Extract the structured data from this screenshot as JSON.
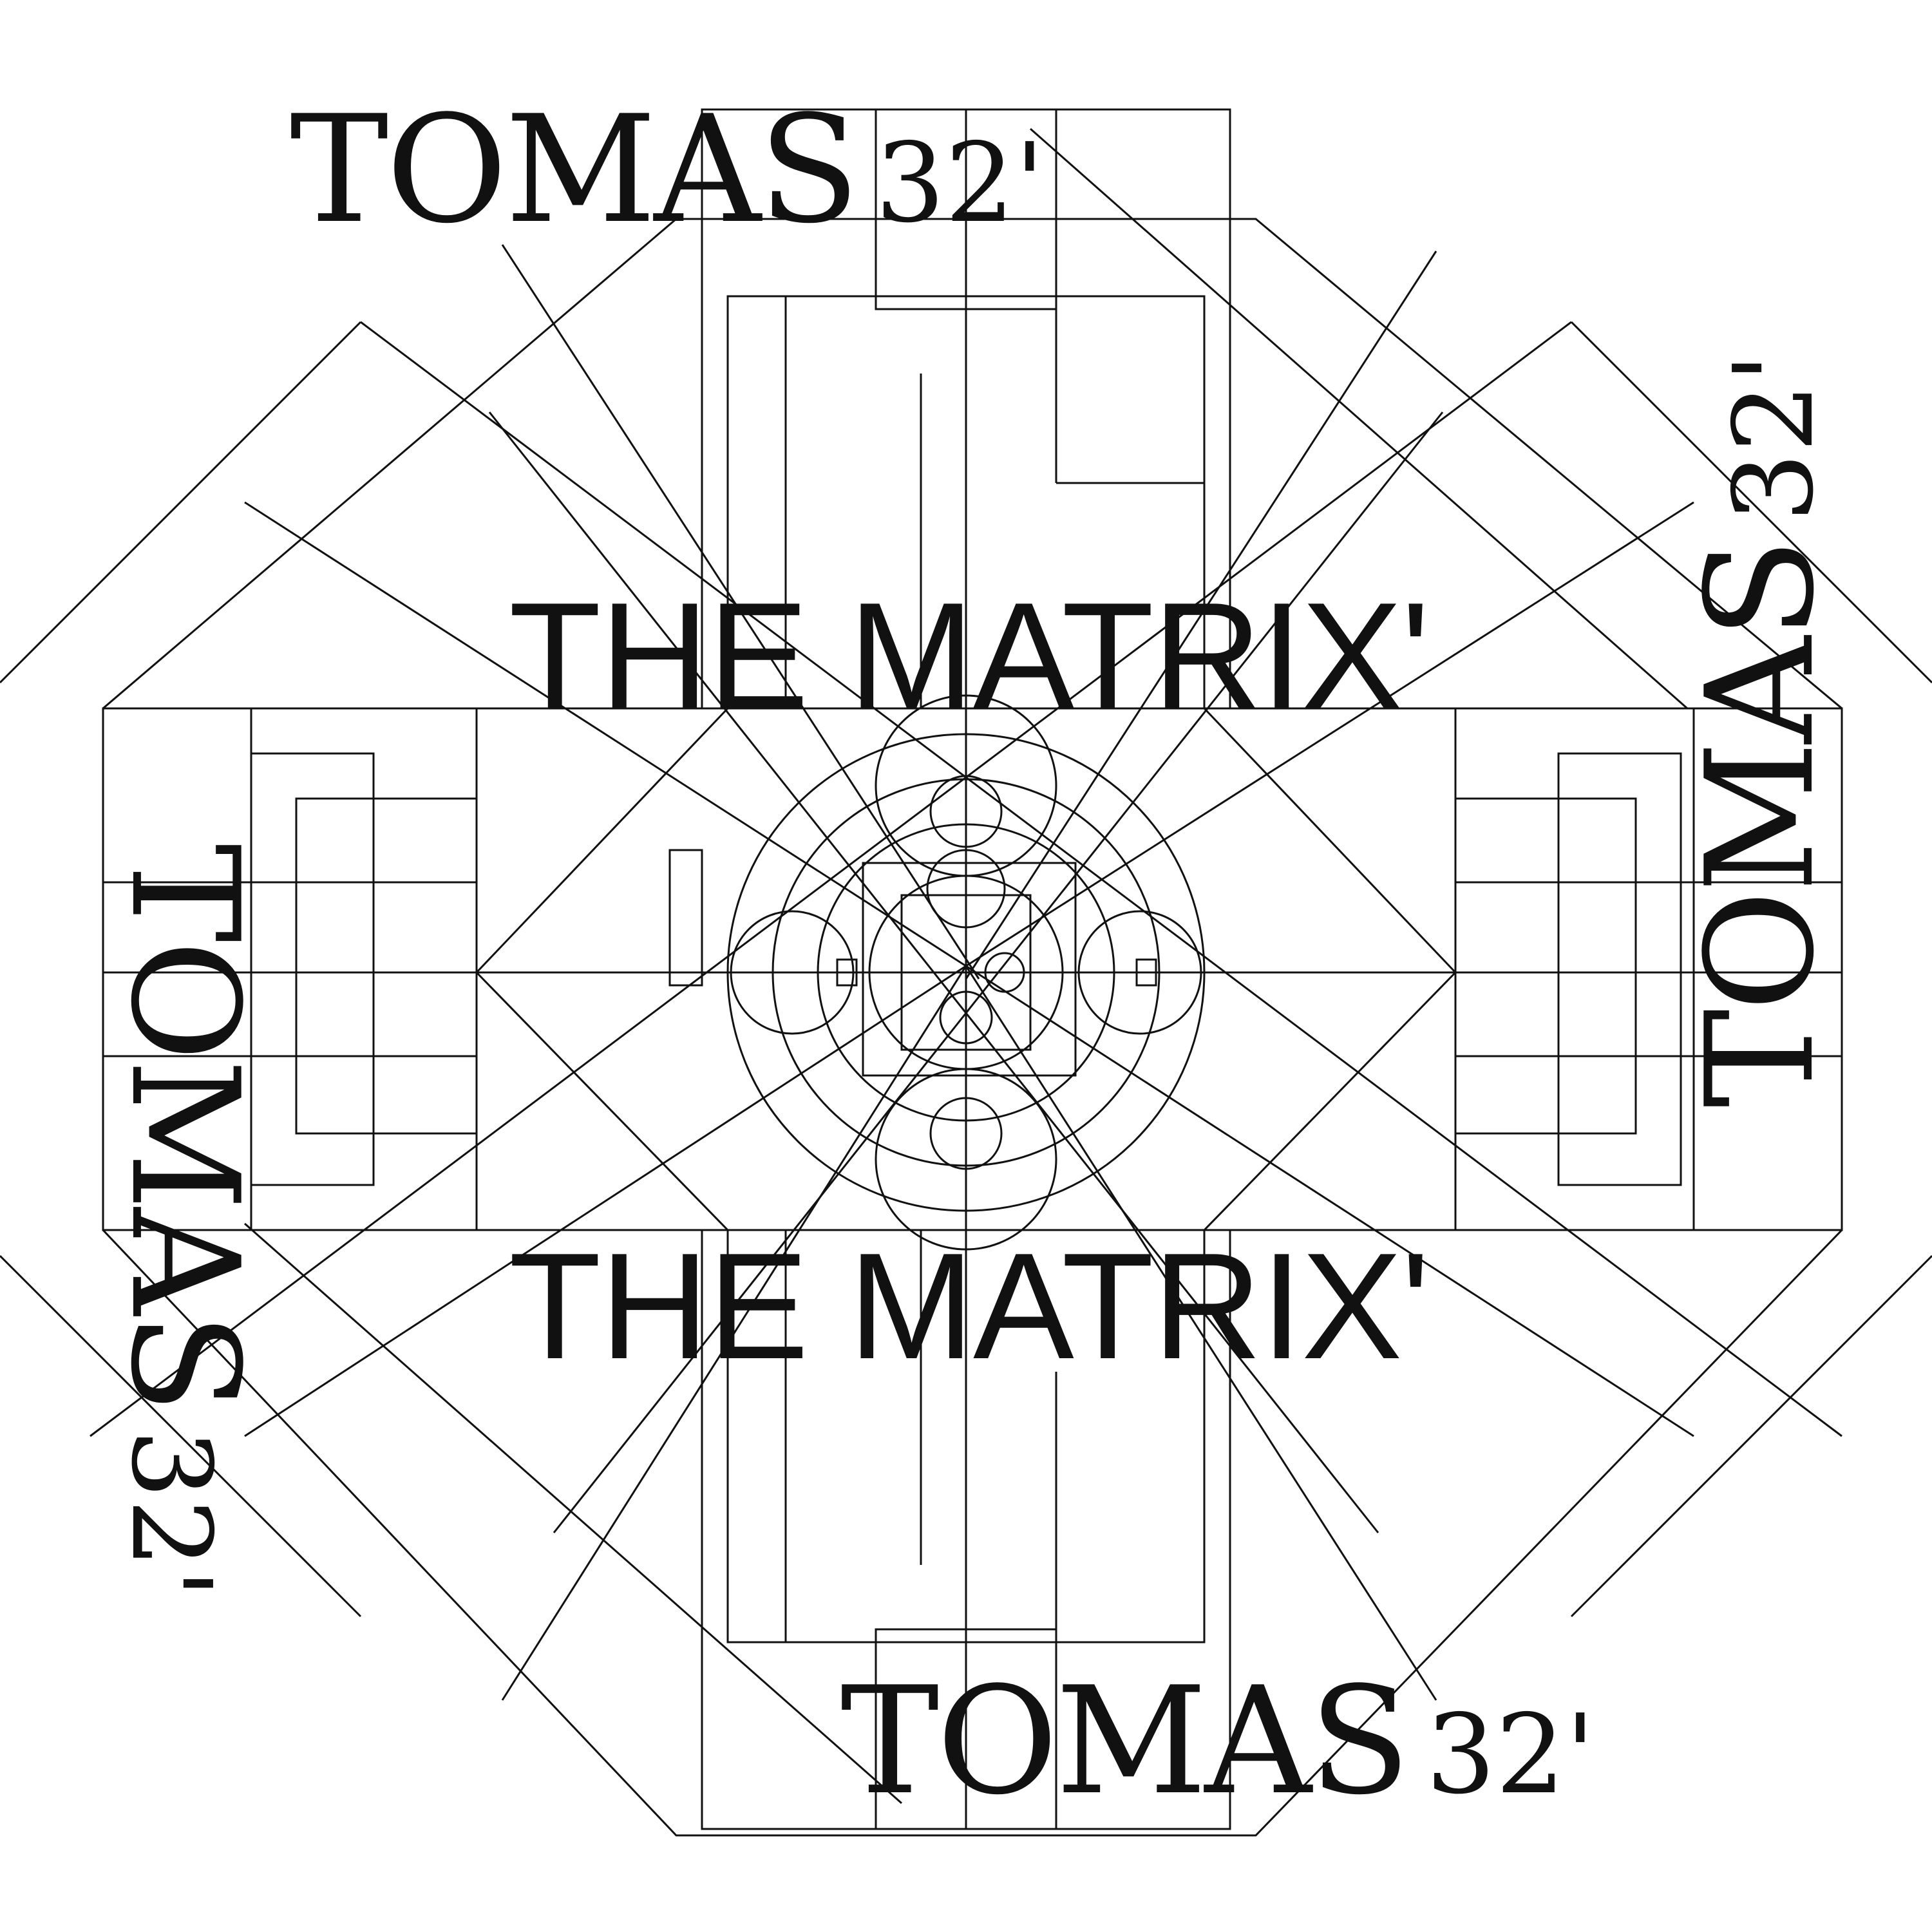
{
  "labels": {
    "tomas_top": {
      "word": "TOMAS",
      "number": "32'"
    },
    "tomas_bottom": {
      "word": "TOMAS",
      "number": "32'"
    },
    "tomas_left": {
      "word": "TOMAS",
      "number": "32'"
    },
    "tomas_right": {
      "word": "TOMAS",
      "number": "32'"
    },
    "matrix_upper": "THE MATRIX'",
    "matrix_lower": "THE MATRIX'"
  },
  "colors": {
    "ink": "#111111",
    "paper": "#ffffff"
  }
}
